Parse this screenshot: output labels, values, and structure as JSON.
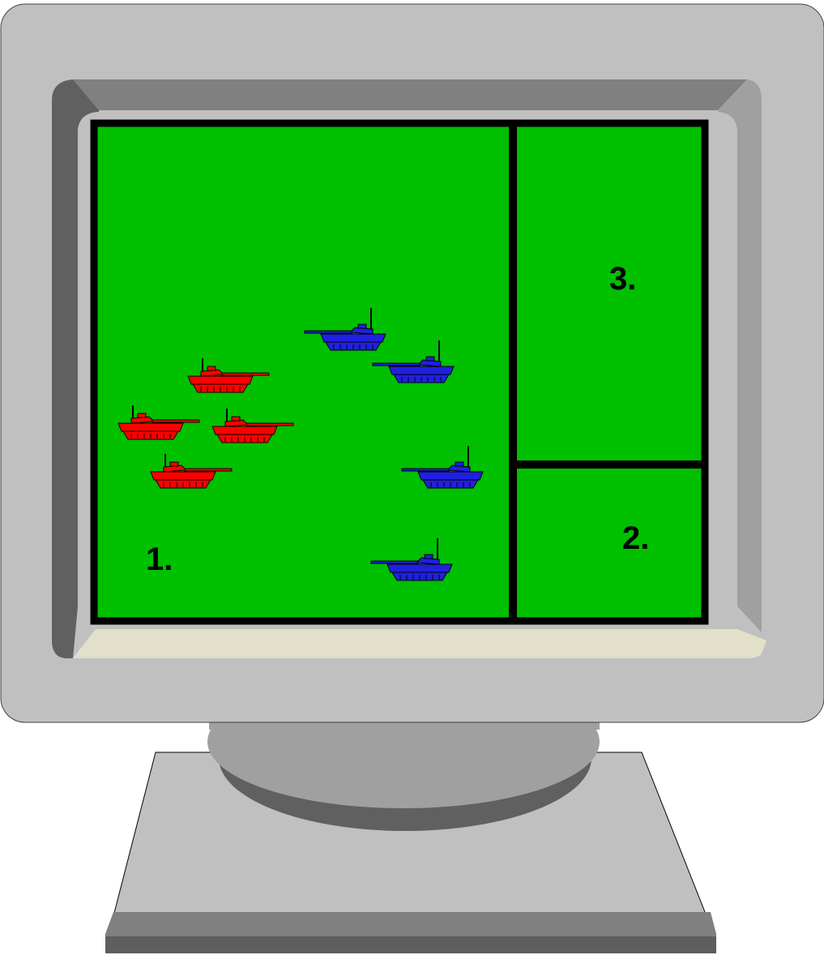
{
  "colors": {
    "monitor_body": "#c0c0c0",
    "bezel_top": "#808080",
    "bezel_side": "#606060",
    "bezel_right": "#a0a0a0",
    "bezel_bottom": "#e4e0cc",
    "screen_green": "#00c000",
    "frame_border": "#000000",
    "friendly_tank": "#ff0000",
    "enemy_tank": "#2020e0",
    "stand_light": "#c0c0c0",
    "stand_dark": "#606060"
  },
  "panes": [
    {
      "id": "1",
      "label": "1."
    },
    {
      "id": "2",
      "label": "2."
    },
    {
      "id": "3",
      "label": "3."
    }
  ],
  "units": {
    "red": [
      {
        "icon": "red-tank-icon",
        "team": "red"
      },
      {
        "icon": "red-tank-icon",
        "team": "red"
      },
      {
        "icon": "red-tank-icon",
        "team": "red"
      },
      {
        "icon": "red-tank-icon",
        "team": "red"
      }
    ],
    "blue": [
      {
        "icon": "blue-tank-icon",
        "team": "blue"
      },
      {
        "icon": "blue-tank-icon",
        "team": "blue"
      },
      {
        "icon": "blue-tank-icon",
        "team": "blue"
      },
      {
        "icon": "blue-tank-icon",
        "team": "blue"
      }
    ]
  }
}
